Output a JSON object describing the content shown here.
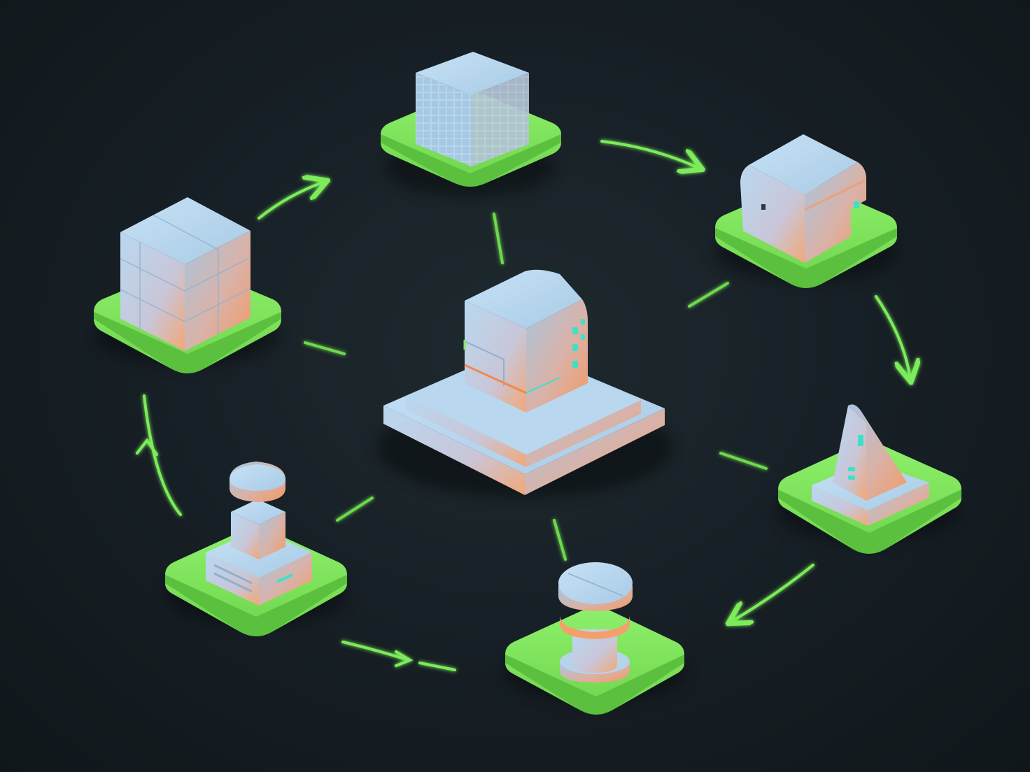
{
  "diagram": {
    "nodes": [
      {
        "id": "hub",
        "shape": "server-cabinet",
        "role": "central"
      },
      {
        "id": "top",
        "shape": "dense-grid-cube",
        "role": "satellite"
      },
      {
        "id": "upper-right",
        "shape": "rounded-module-block",
        "role": "satellite"
      },
      {
        "id": "right",
        "shape": "wedge-panel",
        "role": "satellite"
      },
      {
        "id": "bottom",
        "shape": "stacked-cylinder",
        "role": "satellite"
      },
      {
        "id": "lower-left",
        "shape": "stacked-machine",
        "role": "satellite"
      },
      {
        "id": "left",
        "shape": "paneled-cube",
        "role": "satellite"
      }
    ],
    "cycle_order": [
      "left",
      "top",
      "upper-right",
      "right",
      "bottom",
      "lower-left",
      "left"
    ],
    "spokes": [
      "top",
      "upper-right",
      "right",
      "bottom",
      "lower-left",
      "left"
    ],
    "colors": {
      "background": "#141c20",
      "platform_green": "#7ee85a",
      "block_blue": "#a9cbe6",
      "block_orange": "#f0a070",
      "accent_cyan": "#3fe0c8",
      "arrow_green": "#7bec5a"
    }
  }
}
